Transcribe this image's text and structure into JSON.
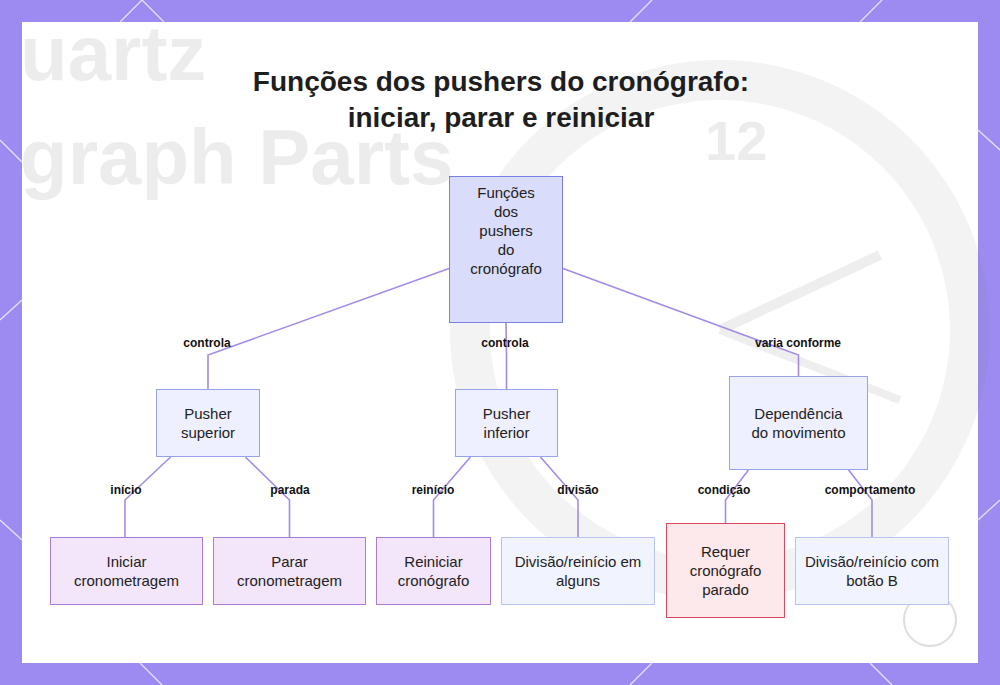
{
  "diagram": {
    "title": "Funções dos pushers do cronógrafo: iniciar, parar e reiniciar",
    "nodes": [
      {
        "text": [
          "Funções dos pushers do cronógrafo"
        ]
      },
      {
        "text": [
          "Pusher superior"
        ]
      },
      {
        "text": [
          "Pusher inferior"
        ]
      },
      {
        "text": [
          "Dependência do movimento"
        ]
      },
      {
        "text": [
          "Iniciar cronometragem"
        ]
      },
      {
        "text": [
          "Parar cronometragem"
        ]
      },
      {
        "text": [
          "Reiniciar cronógrafo"
        ]
      },
      {
        "text": [
          "Divisão/reinício em alguns"
        ]
      },
      {
        "text": [
          "Requer cronógrafo parado"
        ]
      },
      {
        "text": [
          "Divisão/reinício com botão B"
        ]
      }
    ],
    "edges": [
      {
        "from": 0,
        "to": 1,
        "label": "controla",
        "arrow": "none"
      },
      {
        "from": 0,
        "to": 2,
        "label": "controla",
        "arrow": "none"
      },
      {
        "from": 0,
        "to": 3,
        "label": "varia conforme",
        "arrow": "none"
      },
      {
        "from": 1,
        "to": 4,
        "label": "início",
        "arrow": "none"
      },
      {
        "from": 1,
        "to": 5,
        "label": "parada",
        "arrow": "none"
      },
      {
        "from": 2,
        "to": 6,
        "label": "reinício",
        "arrow": "none"
      },
      {
        "from": 2,
        "to": 7,
        "label": "divisão",
        "arrow": "none"
      },
      {
        "from": 3,
        "to": 8,
        "label": "condição",
        "arrow": "none"
      },
      {
        "from": 3,
        "to": 9,
        "label": "comportamento",
        "arrow": "none"
      }
    ],
    "labels": [
      "uartz",
      "graph Parts",
      "12"
    ]
  }
}
